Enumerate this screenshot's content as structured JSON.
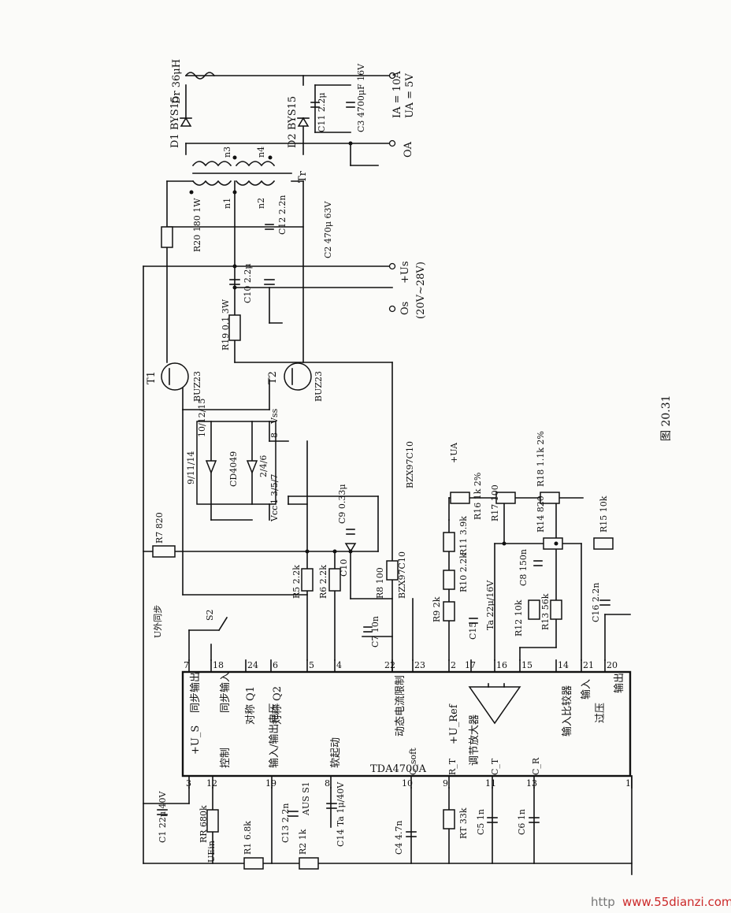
{
  "figure_caption": "图 20.31",
  "watermark": {
    "prefix": "http",
    "site": "www.55dianzi.com"
  },
  "ic": {
    "name": "TDA4700A",
    "labels": [
      "+U_S",
      "同步输出",
      "同步输入",
      "控制",
      "对称 Q1",
      "对称 Q2",
      "输入/输出电压",
      "软起动",
      "动态电流限制",
      "+U_Ref",
      "调节放大器",
      "输入比较器",
      "输入",
      "过压",
      "输出",
      "C_soft",
      "R_T",
      "C_T",
      "C_R"
    ],
    "pins": [
      "3",
      "7",
      "18",
      "12",
      "24",
      "6",
      "19",
      "5",
      "4",
      "8",
      "22",
      "23",
      "10",
      "9",
      "2",
      "17",
      "16",
      "11",
      "15",
      "13",
      "14",
      "21",
      "20",
      "1"
    ]
  },
  "output": {
    "inductor": "Dr 36μH",
    "d1": "D1 BYS15",
    "d2": "D2 BYS15",
    "c11": "C11 2.2μ",
    "c3": "C3 4700μF 16V",
    "ia": "IA = 10A",
    "ua": "UA = 5V",
    "node": "OA",
    "n3": "n3",
    "n4": "n4",
    "n1": "n1",
    "n2": "n2",
    "tr": "Tr"
  },
  "power": {
    "r20": "R20 180 1W",
    "c12": "C12 2.2n",
    "c2": "C2 470μ 63V",
    "c10p": "C10 2.2μ",
    "r19": "R19 0.1 3W",
    "us": "+Us",
    "os": "Os",
    "range": "(20V~28V)",
    "t1": "T1",
    "t2": "T2",
    "buz1": "BUZ23",
    "buz2": "BUZ23"
  },
  "driver": {
    "name": "CD4049",
    "pins1": "9/11/14",
    "pins2": "10/12/15",
    "pins3": "2/4/6",
    "pins4": "3/5/7",
    "vss": "Vss",
    "vcc": "Vcc",
    "p8": "8",
    "p1": "1"
  },
  "protection": {
    "r7": "R7 820",
    "r5": "R5 2.2k",
    "r6": "R6 2.2k",
    "c9": "C9 0.33μ",
    "c10": "C10",
    "r8": "R8 100",
    "zener1": "BZX97C10",
    "zener2": "BZX97C10",
    "c7": "C7 10n"
  },
  "feedback": {
    "ua": "+UA",
    "r16": "R16 1k 2%",
    "r17": "R17 100",
    "r18": "R18 1.1k 2%",
    "r11": "R11 3.9k",
    "r10": "R10 2.2k",
    "r9": "R9 2k",
    "c15": "C15",
    "ta": "Ta 22μ/16V",
    "c8": "C8 150n",
    "r12": "R12 10k",
    "r13": "R13 56k",
    "r14": "R14 820",
    "r15": "R15 10k",
    "c16": "C16 2.2n"
  },
  "input": {
    "c1": "C1 22μ 40V",
    "rr": "RR 680k",
    "uein": "UEin",
    "r1": "R1 6.8k",
    "r2": "R2 1k",
    "c13": "C13 2.2n",
    "aus": "AUS S1",
    "c14": "C14 Ta 1μ/40V",
    "c4": "C4 4.7n",
    "rt": "RT 33k",
    "c5": "C5 1n",
    "c6": "C6 1n",
    "s2": "S2",
    "usync": "U外同步"
  }
}
